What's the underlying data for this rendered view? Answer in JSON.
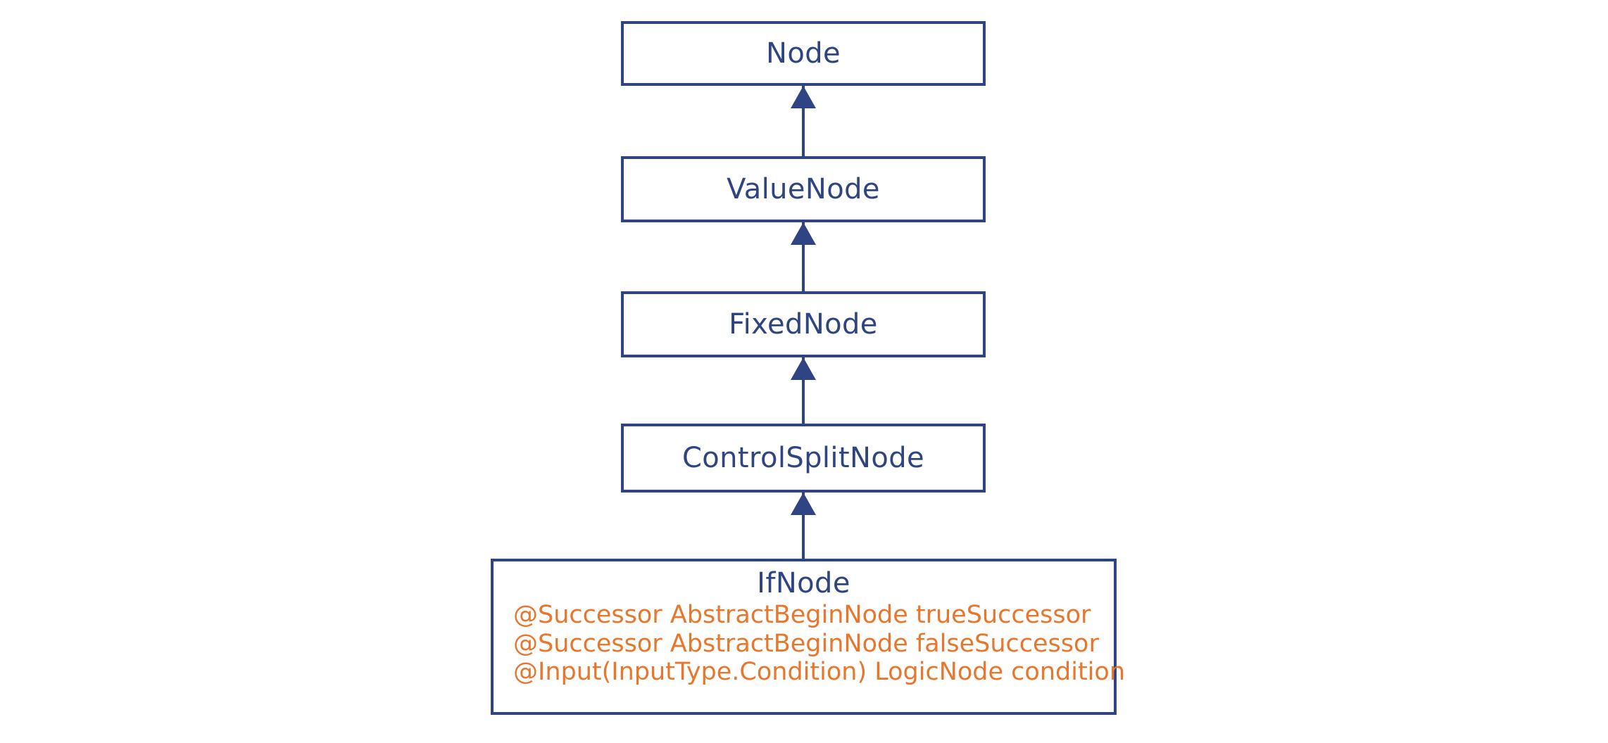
{
  "diagram": {
    "kind": "uml-class-inheritance-hierarchy",
    "background_color": "#ffffff",
    "border_color": "#2e4483",
    "class_name_color": "#2e4483",
    "member_color": "#e8762c",
    "classes": [
      {
        "name": "Node",
        "members": []
      },
      {
        "name": "ValueNode",
        "members": []
      },
      {
        "name": "FixedNode",
        "members": []
      },
      {
        "name": "ControlSplitNode",
        "members": []
      },
      {
        "name": "IfNode",
        "members": [
          "@Successor AbstractBeginNode trueSuccessor",
          "@Successor AbstractBeginNode falseSuccessor",
          "@Input(InputType.Condition) LogicNode condition"
        ]
      }
    ],
    "relations": [
      {
        "type": "generalization",
        "from": "ValueNode",
        "to": "Node"
      },
      {
        "type": "generalization",
        "from": "FixedNode",
        "to": "ValueNode"
      },
      {
        "type": "generalization",
        "from": "ControlSplitNode",
        "to": "FixedNode"
      },
      {
        "type": "generalization",
        "from": "IfNode",
        "to": "ControlSplitNode"
      }
    ]
  }
}
